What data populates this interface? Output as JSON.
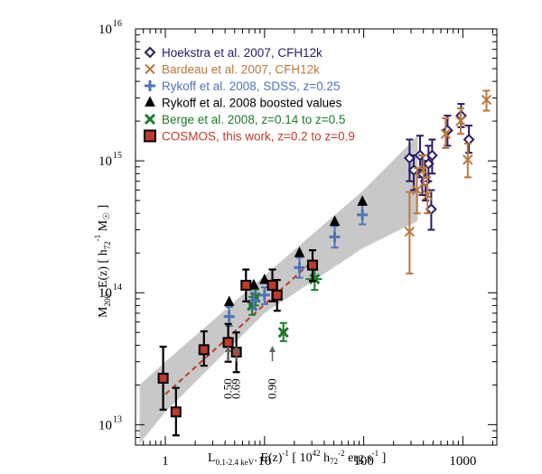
{
  "chart_data": {
    "type": "scatter",
    "x_scale": "log",
    "y_scale": "log",
    "xlim": [
      0.5,
      2200
    ],
    "ylim": [
      7000000000000.0,
      1e+16
    ],
    "xlabel": {
      "main": "L",
      "sub": "0.1-2.4 keV",
      "rest": ". E(z)",
      "sup": "-1",
      "units": "[ 10",
      "units_sup": "42",
      "units_h": " h",
      "units_hsub": "72",
      "units_hsup": "-2",
      "units_end": " erg s",
      "units_esup": "-1",
      "close": " ]"
    },
    "ylabel": {
      "main": "M",
      "sub": "200",
      "rest": ". E(z)",
      "units": "[ h",
      "units_sub": "72",
      "units_sup": "-1",
      "units_m": " M",
      "units_sun": "☉",
      "close": "]"
    },
    "x_tick_labels": [
      {
        "v": 1,
        "t": "1"
      },
      {
        "v": 10,
        "t": "10"
      },
      {
        "v": 100,
        "t": "100"
      },
      {
        "v": 1000,
        "t": "1000"
      }
    ],
    "y_tick_labels": [
      {
        "e": 13,
        "t": "10",
        "sup": "13"
      },
      {
        "e": 14,
        "t": "10",
        "sup": "14"
      },
      {
        "e": 15,
        "t": "10",
        "sup": "15"
      },
      {
        "e": 16,
        "t": "10",
        "sup": "16"
      }
    ],
    "legend": [
      {
        "label": "Hoekstra et al. 2007, CFH12k",
        "marker": "diamond",
        "color": "#2a1a66"
      },
      {
        "label": "Bardeau et al. 2007, CFH12k",
        "marker": "x",
        "color": "#b87840"
      },
      {
        "label": "Rykoff et al. 2008, SDSS, z=0.25",
        "marker": "plus",
        "color": "#4f74b8"
      },
      {
        "label": "Rykoff et al. 2008 boosted values",
        "marker": "triangle",
        "color": "#000000"
      },
      {
        "label": "Berge et al. 2008, z=0.14 to z=0.5",
        "marker": "xbold",
        "color": "#1e7a2a"
      },
      {
        "label": "COSMOS, this work, z=0.2 to z=0.9",
        "marker": "square",
        "color": "#c0392b"
      }
    ],
    "series": [
      {
        "name": "Hoekstra et al. 2007, CFH12k",
        "marker": "diamond",
        "color": "#2a1a66",
        "points": [
          {
            "x": 290,
            "y": 1050000000000000.0,
            "ylo": 700000000000000.0,
            "yhi": 1450000000000000.0
          },
          {
            "x": 320,
            "y": 850000000000000.0,
            "ylo": 600000000000000.0,
            "yhi": 1100000000000000.0
          },
          {
            "x": 370,
            "y": 1100000000000000.0,
            "ylo": 750000000000000.0,
            "yhi": 1550000000000000.0
          },
          {
            "x": 390,
            "y": 800000000000000.0,
            "ylo": 550000000000000.0,
            "yhi": 1100000000000000.0
          },
          {
            "x": 420,
            "y": 700000000000000.0,
            "ylo": 500000000000000.0,
            "yhi": 1000000000000000.0
          },
          {
            "x": 450,
            "y": 950000000000000.0,
            "ylo": 700000000000000.0,
            "yhi": 1300000000000000.0
          },
          {
            "x": 490,
            "y": 1100000000000000.0,
            "ylo": 800000000000000.0,
            "yhi": 1450000000000000.0
          },
          {
            "x": 480,
            "y": 430000000000000.0,
            "ylo": 300000000000000.0,
            "yhi": 600000000000000.0
          },
          {
            "x": 700,
            "y": 1700000000000000.0,
            "ylo": 1300000000000000.0,
            "yhi": 2200000000000000.0
          },
          {
            "x": 960,
            "y": 2200000000000000.0,
            "ylo": 1800000000000000.0,
            "yhi": 2700000000000000.0
          },
          {
            "x": 1150,
            "y": 1450000000000000.0,
            "ylo": 1150000000000000.0,
            "yhi": 1850000000000000.0
          }
        ]
      },
      {
        "name": "Bardeau et al. 2007, CFH12k",
        "marker": "x",
        "color": "#b87840",
        "points": [
          {
            "x": 290,
            "y": 290000000000000.0,
            "ylo": 140000000000000.0,
            "yhi": 580000000000000.0
          },
          {
            "x": 345,
            "y": 600000000000000.0,
            "ylo": 400000000000000.0,
            "yhi": 880000000000000.0
          },
          {
            "x": 400,
            "y": 850000000000000.0,
            "ylo": 650000000000000.0,
            "yhi": 1100000000000000.0
          },
          {
            "x": 440,
            "y": 550000000000000.0,
            "ylo": 400000000000000.0,
            "yhi": 750000000000000.0
          },
          {
            "x": 670,
            "y": 1600000000000000.0,
            "ylo": 1250000000000000.0,
            "yhi": 2100000000000000.0
          },
          {
            "x": 950,
            "y": 2000000000000000.0,
            "ylo": 1600000000000000.0,
            "yhi": 2500000000000000.0
          },
          {
            "x": 1120,
            "y": 1020000000000000.0,
            "ylo": 750000000000000.0,
            "yhi": 1350000000000000.0
          },
          {
            "x": 1730,
            "y": 2900000000000000.0,
            "ylo": 2400000000000000.0,
            "yhi": 3400000000000000.0
          }
        ]
      },
      {
        "name": "Rykoff et al. 2008, SDSS, z=0.25",
        "marker": "plus",
        "color": "#4f74b8",
        "points": [
          {
            "x": 4.4,
            "y": 66000000000000.0,
            "ylo": 56000000000000.0,
            "yhi": 78000000000000.0,
            "xlo": 3.9,
            "xhi": 4.9
          },
          {
            "x": 7.8,
            "y": 87000000000000.0,
            "ylo": 75000000000000.0,
            "yhi": 100000000000000.0,
            "xlo": 7.0,
            "xhi": 8.7
          },
          {
            "x": 10.0,
            "y": 96000000000000.0,
            "ylo": 82000000000000.0,
            "yhi": 110000000000000.0,
            "xlo": 9.0,
            "xhi": 11.0
          },
          {
            "x": 22.5,
            "y": 155000000000000.0,
            "ylo": 130000000000000.0,
            "yhi": 185000000000000.0,
            "xlo": 20.5,
            "xhi": 24.5
          },
          {
            "x": 51,
            "y": 265000000000000.0,
            "ylo": 220000000000000.0,
            "yhi": 320000000000000.0,
            "xlo": 47,
            "xhi": 55
          },
          {
            "x": 97,
            "y": 390000000000000.0,
            "ylo": 330000000000000.0,
            "yhi": 470000000000000.0,
            "xlo": 90,
            "xhi": 105
          }
        ]
      },
      {
        "name": "Rykoff et al. 2008 boosted values",
        "marker": "triangle",
        "color": "#000000",
        "points": [
          {
            "x": 4.4,
            "y": 85000000000000.0
          },
          {
            "x": 7.8,
            "y": 114000000000000.0
          },
          {
            "x": 10.0,
            "y": 125000000000000.0
          },
          {
            "x": 22.5,
            "y": 200000000000000.0
          },
          {
            "x": 51,
            "y": 345000000000000.0
          },
          {
            "x": 97,
            "y": 490000000000000.0
          }
        ]
      },
      {
        "name": "Berge et al. 2008, z=0.14 to z=0.5",
        "marker": "xbold",
        "color": "#1e7a2a",
        "points": [
          {
            "x": 7.5,
            "y": 80000000000000.0,
            "ylo": 68000000000000.0,
            "yhi": 93000000000000.0,
            "xlo": 6.9,
            "xhi": 8.1
          },
          {
            "x": 8.1,
            "y": 92000000000000.0,
            "ylo": 80000000000000.0,
            "yhi": 106000000000000.0,
            "xlo": 7.5,
            "xhi": 8.8
          },
          {
            "x": 15.5,
            "y": 50000000000000.0,
            "ylo": 43000000000000.0,
            "yhi": 59000000000000.0,
            "xlo": 14.5,
            "xhi": 16.5
          },
          {
            "x": 32,
            "y": 127000000000000.0,
            "ylo": 105000000000000.0,
            "yhi": 150000000000000.0,
            "xlo": 26,
            "xhi": 38
          }
        ]
      },
      {
        "name": "COSMOS, this work, z=0.2 to z=0.9",
        "marker": "square",
        "color": "#c0392b",
        "points": [
          {
            "x": 0.95,
            "y": 22500000000000.0,
            "ylo": 13000000000000.0,
            "yhi": 39000000000000.0
          },
          {
            "x": 1.28,
            "y": 12500000000000.0,
            "ylo": 8300000000000.0,
            "yhi": 19000000000000.0
          },
          {
            "x": 2.45,
            "y": 37000000000000.0,
            "ylo": 28000000000000.0,
            "yhi": 51000000000000.0
          },
          {
            "x": 4.3,
            "y": 42000000000000.0,
            "ylo": 30000000000000.0,
            "yhi": 58000000000000.0
          },
          {
            "x": 5.2,
            "y": 35500000000000.0,
            "ylo": 25000000000000.0,
            "yhi": 50000000000000.0
          },
          {
            "x": 6.5,
            "y": 114000000000000.0,
            "ylo": 86000000000000.0,
            "yhi": 150000000000000.0
          },
          {
            "x": 12.0,
            "y": 114000000000000.0,
            "ylo": 86000000000000.0,
            "yhi": 150000000000000.0
          },
          {
            "x": 13.4,
            "y": 96000000000000.0,
            "ylo": 73000000000000.0,
            "yhi": 125000000000000.0
          },
          {
            "x": 30.5,
            "y": 162000000000000.0,
            "ylo": 123000000000000.0,
            "yhi": 210000000000000.0
          }
        ]
      }
    ],
    "fit_line": {
      "color": "#c0392b",
      "x": [
        1.0,
        30.0
      ],
      "y": [
        17000000000000.0,
        172000000000000.0
      ],
      "style": "dashed"
    },
    "confidence_band": {
      "color": "#c8c8c8",
      "upper": [
        [
          0.55,
          20000000000000.0
        ],
        [
          1,
          30000000000000.0
        ],
        [
          10,
          135000000000000.0
        ],
        [
          100,
          600000000000000.0
        ],
        [
          350,
          1550000000000000.0
        ]
      ],
      "lower": [
        [
          0.55,
          7200000000000.0
        ],
        [
          1,
          12500000000000.0
        ],
        [
          10,
          70000000000000.0
        ],
        [
          100,
          220000000000000.0
        ],
        [
          350,
          350000000000000.0
        ]
      ]
    },
    "arrows": [
      {
        "x": 4.3,
        "label": "0.50"
      },
      {
        "x": 5.2,
        "label": "0.69"
      },
      {
        "x": 12.0,
        "label": "0.90"
      }
    ]
  }
}
